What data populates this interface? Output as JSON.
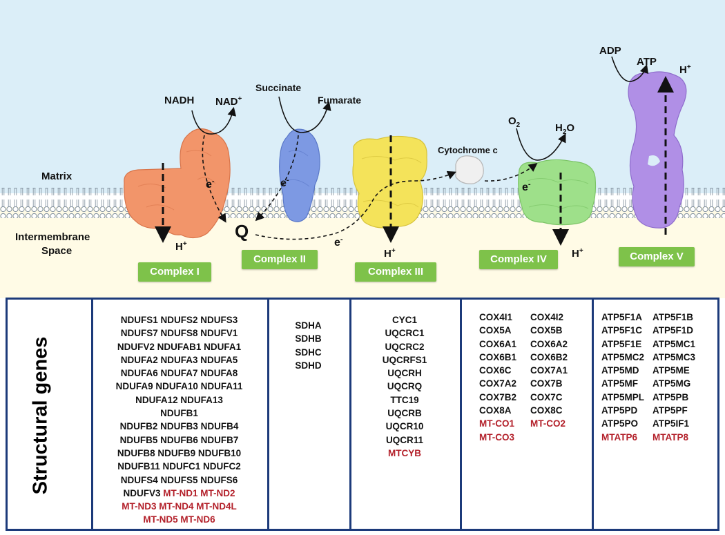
{
  "colors": {
    "matrix_bg": "#dbeef8",
    "ims_bg": "#fffbe6",
    "complex_i": "#f2956a",
    "complex_ii": "#7d99e3",
    "complex_iii": "#f4e35a",
    "complex_iv": "#9ee08a",
    "complex_v": "#b08fe6",
    "cytochrome_c": "#f0f0f0",
    "badge": "#7ec24a",
    "mito_gene": "#b3202a",
    "table_border": "#1c3a7a"
  },
  "diagram": {
    "matrix_label": "Matrix",
    "ims_label_line1": "Intermembrane",
    "ims_label_line2": "Space",
    "nadh": "NADH",
    "nad": "NAD",
    "nad_sup": "+",
    "succinate": "Succinate",
    "fumarate": "Fumarate",
    "cytochrome_c": "Cytochrome c",
    "o2": "O",
    "o2_sub": "2",
    "h2o_h": "H",
    "h2o_sub": "2",
    "h2o_o": "O",
    "adp": "ADP",
    "atp": "ATP",
    "q": "Q",
    "electron": "e",
    "electron_sup": "-",
    "proton": "H",
    "proton_sup": "+"
  },
  "complexes": [
    {
      "label": "Complex I"
    },
    {
      "label": "Complex II"
    },
    {
      "label": "Complex III"
    },
    {
      "label": "Complex IV"
    },
    {
      "label": "Complex V"
    }
  ],
  "table": {
    "side_label": "Structural genes",
    "complex_i": {
      "rows": [
        "NDUFS1 NDUFS2 NDUFS3",
        "NDUFS7 NDUFS8 NDUFV1",
        "NDUFV2 NDUFAB1 NDUFA1",
        "NDUFA2 NDUFA3 NDUFA5",
        "NDUFA6 NDUFA7 NDUFA8",
        "NDUFA9 NDUFA10 NDUFA11",
        "NDUFA12 NDUFA13",
        "NDUFB1",
        "NDUFB2 NDUFB3 NDUFB4",
        "NDUFB5 NDUFB6 NDUFB7",
        "NDUFB8 NDUFB9 NDUFB10",
        "NDUFB11 NDUFC1 NDUFC2",
        "NDUFS4 NDUFS5 NDUFS6"
      ],
      "mixed_row_black": "NDUFV3",
      "mixed_row_red": "MT-ND1 MT-ND2",
      "mito_rows": [
        "MT-ND3 MT-ND4 MT-ND4L",
        "MT-ND5 MT-ND6"
      ]
    },
    "complex_ii": {
      "rows": [
        "SDHA",
        "SDHB",
        "SDHC",
        "SDHD"
      ]
    },
    "complex_iii": {
      "rows": [
        "CYC1",
        "UQCRC1",
        "UQCRC2",
        "UQCRFS1",
        "UQCRH",
        "UQCRQ",
        "TTC19",
        "UQCRB",
        "UQCR10",
        "UQCR11"
      ],
      "mito_rows": [
        "MTCYB"
      ]
    },
    "complex_iv": {
      "rows": [
        [
          "COX4I1",
          "COX4I2"
        ],
        [
          "COX5A",
          "COX5B"
        ],
        [
          "COX6A1",
          "COX6A2"
        ],
        [
          "COX6B1",
          "COX6B2"
        ],
        [
          "COX6C",
          "COX7A1"
        ],
        [
          "COX7A2",
          "COX7B"
        ],
        [
          "COX7B2",
          "COX7C"
        ],
        [
          "COX8A",
          "COX8C"
        ]
      ],
      "mito_rows": [
        [
          "MT-CO1",
          "MT-CO2"
        ],
        [
          "MT-CO3",
          ""
        ]
      ]
    },
    "complex_v": {
      "rows": [
        [
          "ATP5F1A",
          "ATP5F1B"
        ],
        [
          "ATP5F1C",
          "ATP5F1D"
        ],
        [
          "ATP5F1E",
          "ATP5MC1"
        ],
        [
          "ATP5MC2",
          "ATP5MC3"
        ],
        [
          "ATP5MD",
          "ATP5ME"
        ],
        [
          "ATP5MF",
          "ATP5MG"
        ],
        [
          "ATP5MPL",
          "ATP5PB"
        ],
        [
          "ATP5PD",
          "ATP5PF"
        ],
        [
          "ATP5PO",
          "ATP5IF1"
        ]
      ],
      "mito_rows": [
        [
          "MTATP6",
          "MTATP8"
        ]
      ]
    }
  }
}
